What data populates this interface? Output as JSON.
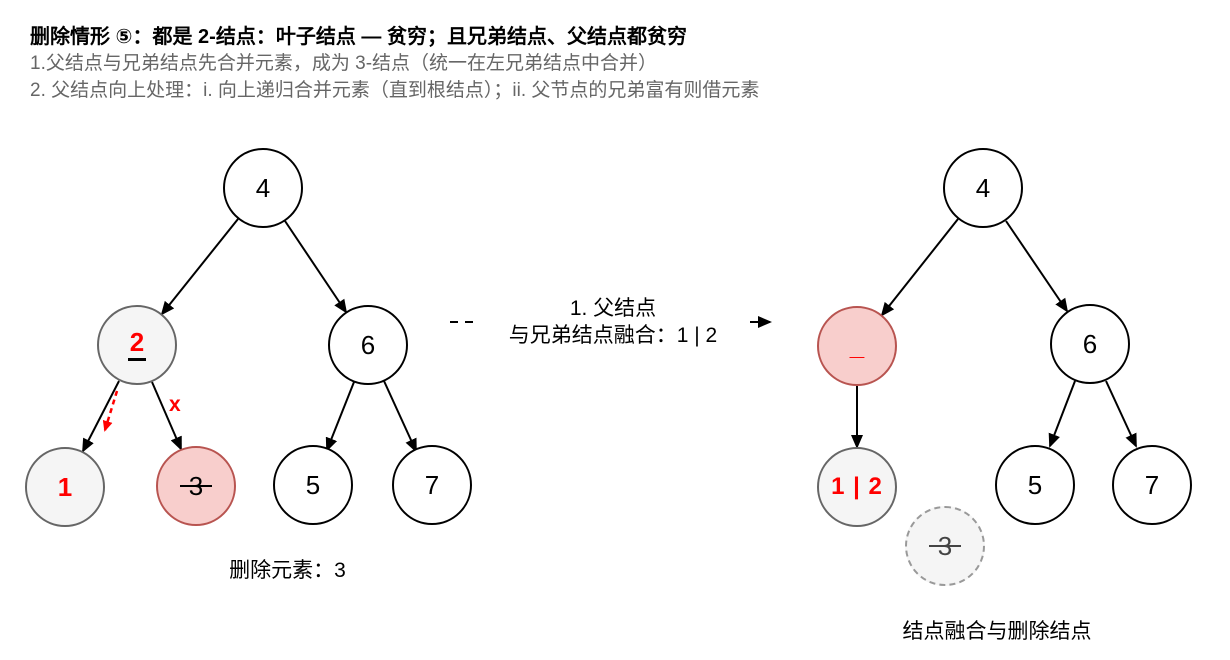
{
  "header": {
    "title": "删除情形 ⑤：都是 2-结点：叶子结点 — 贫穷；且兄弟结点、父结点都贫穷",
    "step1": "1.父结点与兄弟结点先合并元素，成为 3-结点（统一在左兄弟结点中合并）",
    "step2": "2. 父结点向上处理：i. 向上递归合并元素（直到根结点）；ii. 父节点的兄弟富有则借元素"
  },
  "transition": {
    "line1": "1. 父结点",
    "line2": "与兄弟结点融合：1 | 2"
  },
  "left_tree": {
    "root": "4",
    "poor_parent": "2",
    "uncle": "6",
    "sibling": "1",
    "deleted": "3",
    "leaf_5": "5",
    "leaf_7": "7",
    "x_mark": "x",
    "caption": "删除元素：3"
  },
  "right_tree": {
    "root": "4",
    "empty_parent": "_",
    "uncle": "6",
    "merged": "1 | 2",
    "removed": "3",
    "leaf_5": "5",
    "leaf_7": "7",
    "caption": "结点融合与删除结点"
  },
  "colors": {
    "gray_fill": "#f5f5f5",
    "gray_border": "#666666",
    "pink_fill": "#f8cecc",
    "pink_border": "#b85450",
    "highlight_red": "#ff0000",
    "edge_black": "#000000",
    "subtitle_gray": "#666666"
  }
}
